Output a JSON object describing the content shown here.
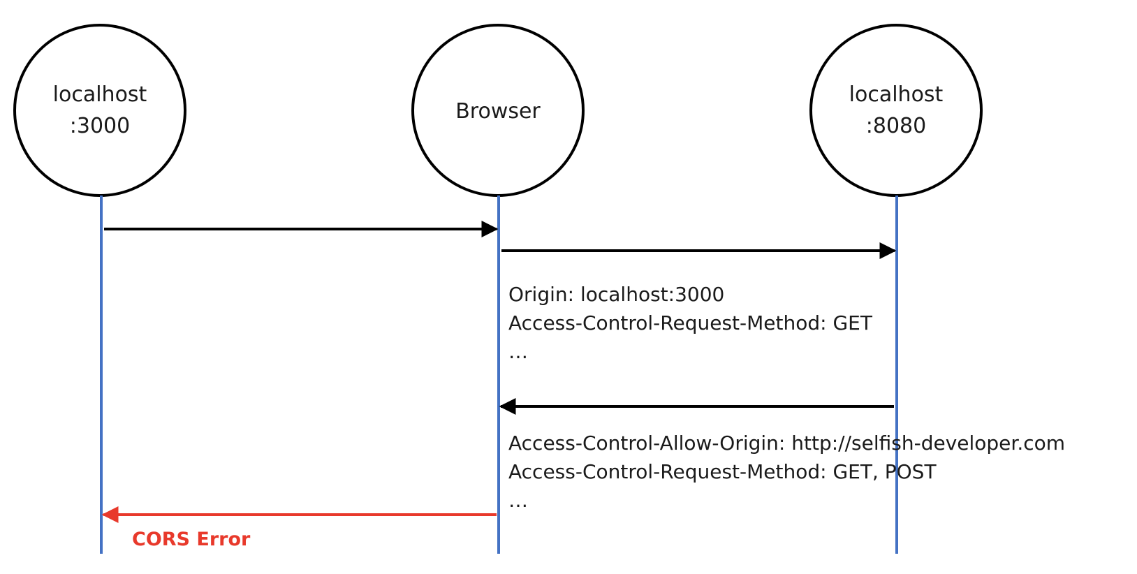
{
  "participants": [
    {
      "id": "client",
      "lines": [
        "localhost",
        ":3000"
      ]
    },
    {
      "id": "browser",
      "lines": [
        "Browser"
      ]
    },
    {
      "id": "server",
      "lines": [
        "localhost",
        ":8080"
      ]
    }
  ],
  "preflight_request": {
    "lines": [
      "Origin: localhost:3000",
      "Access-Control-Request-Method: GET",
      "…"
    ]
  },
  "preflight_response": {
    "lines": [
      "Access-Control-Allow-Origin: http://selfish-developer.com",
      "Access-Control-Request-Method: GET, POST",
      "…"
    ]
  },
  "error": {
    "label": "CORS Error"
  },
  "colors": {
    "lifeline": "#4472c4",
    "arrow": "#000000",
    "error": "#e8392b",
    "circle_stroke": "#000000"
  }
}
